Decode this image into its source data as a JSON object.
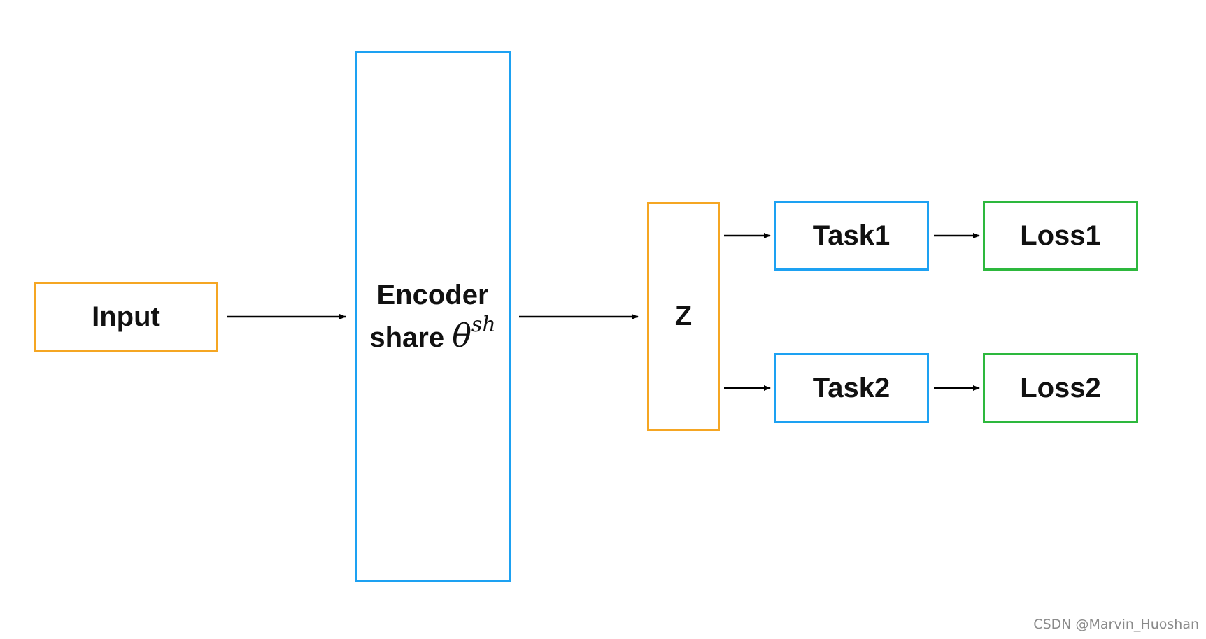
{
  "nodes": {
    "input": {
      "label": "Input"
    },
    "encoder": {
      "line1": "Encoder",
      "line2_text": "share",
      "symbol": "θ",
      "superscript": "sh"
    },
    "z": {
      "label": "Z"
    },
    "task1": {
      "label": "Task1"
    },
    "task2": {
      "label": "Task2"
    },
    "loss1": {
      "label": "Loss1"
    },
    "loss2": {
      "label": "Loss2"
    }
  },
  "edges": [
    {
      "from": "Input",
      "to": "Encoder"
    },
    {
      "from": "Encoder",
      "to": "Z"
    },
    {
      "from": "Z",
      "to": "Task1"
    },
    {
      "from": "Z",
      "to": "Task2"
    },
    {
      "from": "Task1",
      "to": "Loss1"
    },
    {
      "from": "Task2",
      "to": "Loss2"
    }
  ],
  "colors": {
    "orange": "#F5A623",
    "blue": "#1DA1F2",
    "green": "#2DB83D",
    "arrow": "#000000"
  },
  "watermark": "CSDN @Marvin_Huoshan"
}
